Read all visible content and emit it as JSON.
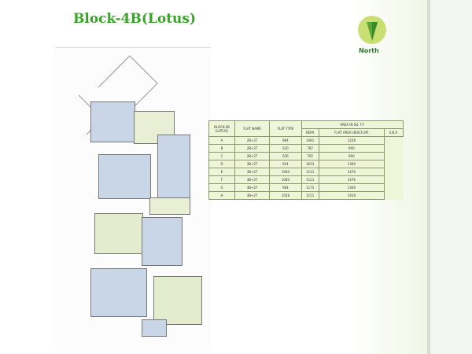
{
  "title": "Block-4B(Lotus)",
  "compass_label": "North",
  "table": {
    "block_label": "BLOCK-4B (LOTUS)",
    "headers": [
      "FLAT NAME",
      "FLAT TYPE",
      "AREA IN SQ. FT."
    ],
    "subheaders": [
      "RERA",
      "FLAT AREA (BUILT-UP)",
      "S.B.A."
    ],
    "rows": [
      [
        "A",
        "2B+2T",
        "964",
        "1081",
        "1258"
      ],
      [
        "B",
        "2B+2T",
        "620",
        "787",
        "990"
      ],
      [
        "C",
        "2B+2T",
        "626",
        "792",
        "990"
      ],
      [
        "D",
        "3B+2T",
        "914",
        "1033",
        "1369"
      ],
      [
        "E",
        "3B+2T",
        "1000",
        "1121",
        "1476"
      ],
      [
        "F",
        "3B+2T",
        "1000",
        "1121",
        "1476"
      ],
      [
        "G",
        "3B+2T",
        "904",
        "1175",
        "1369"
      ],
      [
        "H",
        "3B+2T",
        "1028",
        "1151",
        "1418"
      ]
    ]
  }
}
